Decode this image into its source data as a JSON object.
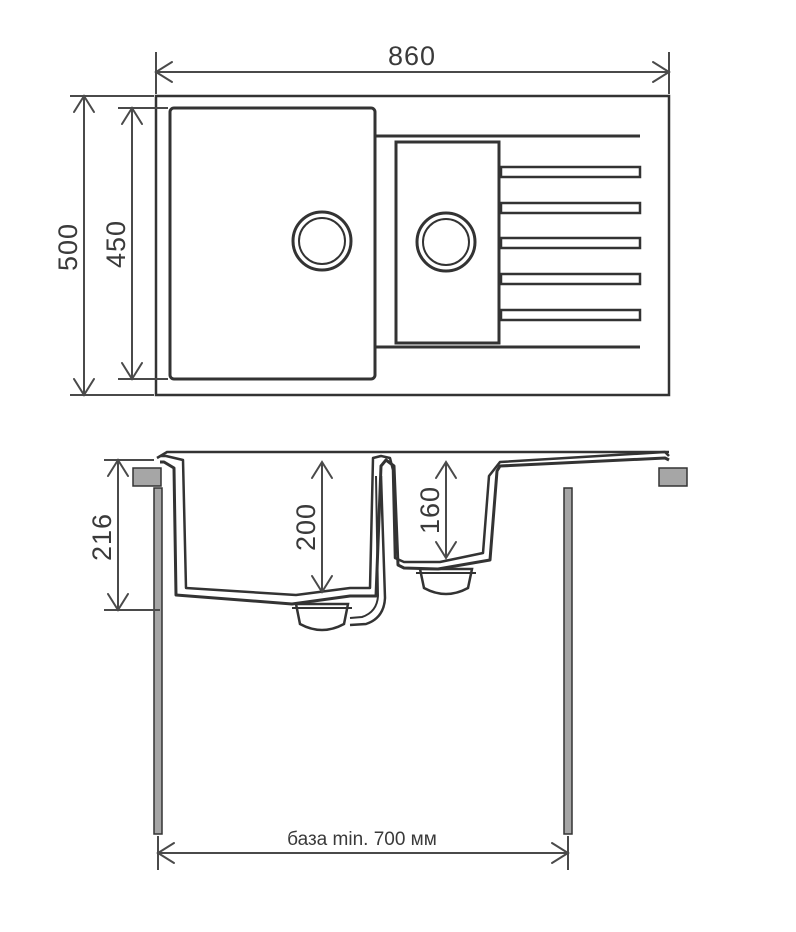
{
  "dimensions": {
    "width": "860",
    "depth_outer": "500",
    "depth_inner": "450",
    "height_total": "216",
    "bowl_main_depth": "200",
    "bowl_small_depth": "160",
    "base_min": "база min. 700 мм"
  },
  "colors": {
    "line": "#333333",
    "dimension": "#4a4a4a",
    "support_fill": "#a6a6a6",
    "text": "#3a3a3a"
  }
}
